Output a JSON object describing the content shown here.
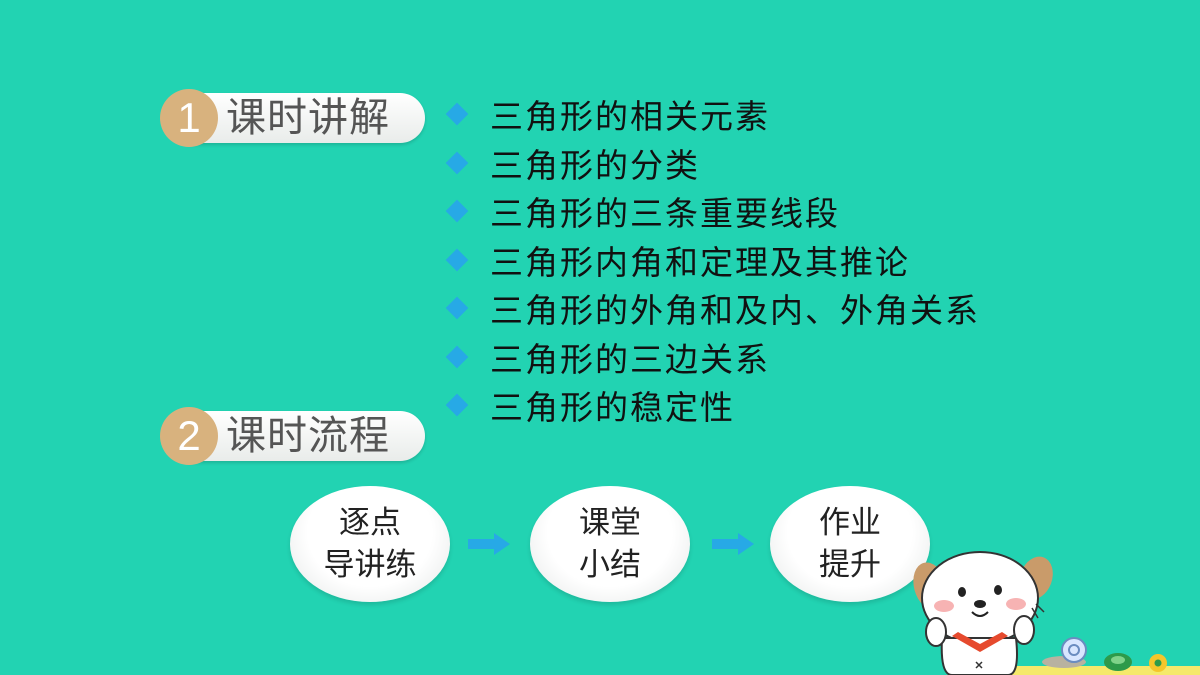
{
  "sections": [
    {
      "number": "1",
      "title": "课时讲解"
    },
    {
      "number": "2",
      "title": "课时流程"
    }
  ],
  "topics": [
    "三角形的相关元素",
    "三角形的分类",
    "三角形的三条重要线段",
    "三角形内角和定理及其推论",
    "三角形的外角和及内、外角关系",
    "三角形的三边关系",
    "三角形的稳定性"
  ],
  "flow": [
    {
      "line1": "逐点",
      "line2": "导讲练"
    },
    {
      "line1": "课堂",
      "line2": "小结"
    },
    {
      "line1": "作业",
      "line2": "提升"
    }
  ],
  "icons": {
    "bullet": "diamond-icon",
    "flow_arrow": "arrow-right-icon",
    "decoration": "puppy-illustration"
  },
  "colors": {
    "background": "#22d3b2",
    "badge": "#d8b27e",
    "bullet": "#27a9e6",
    "arrow": "#27a9e6"
  }
}
